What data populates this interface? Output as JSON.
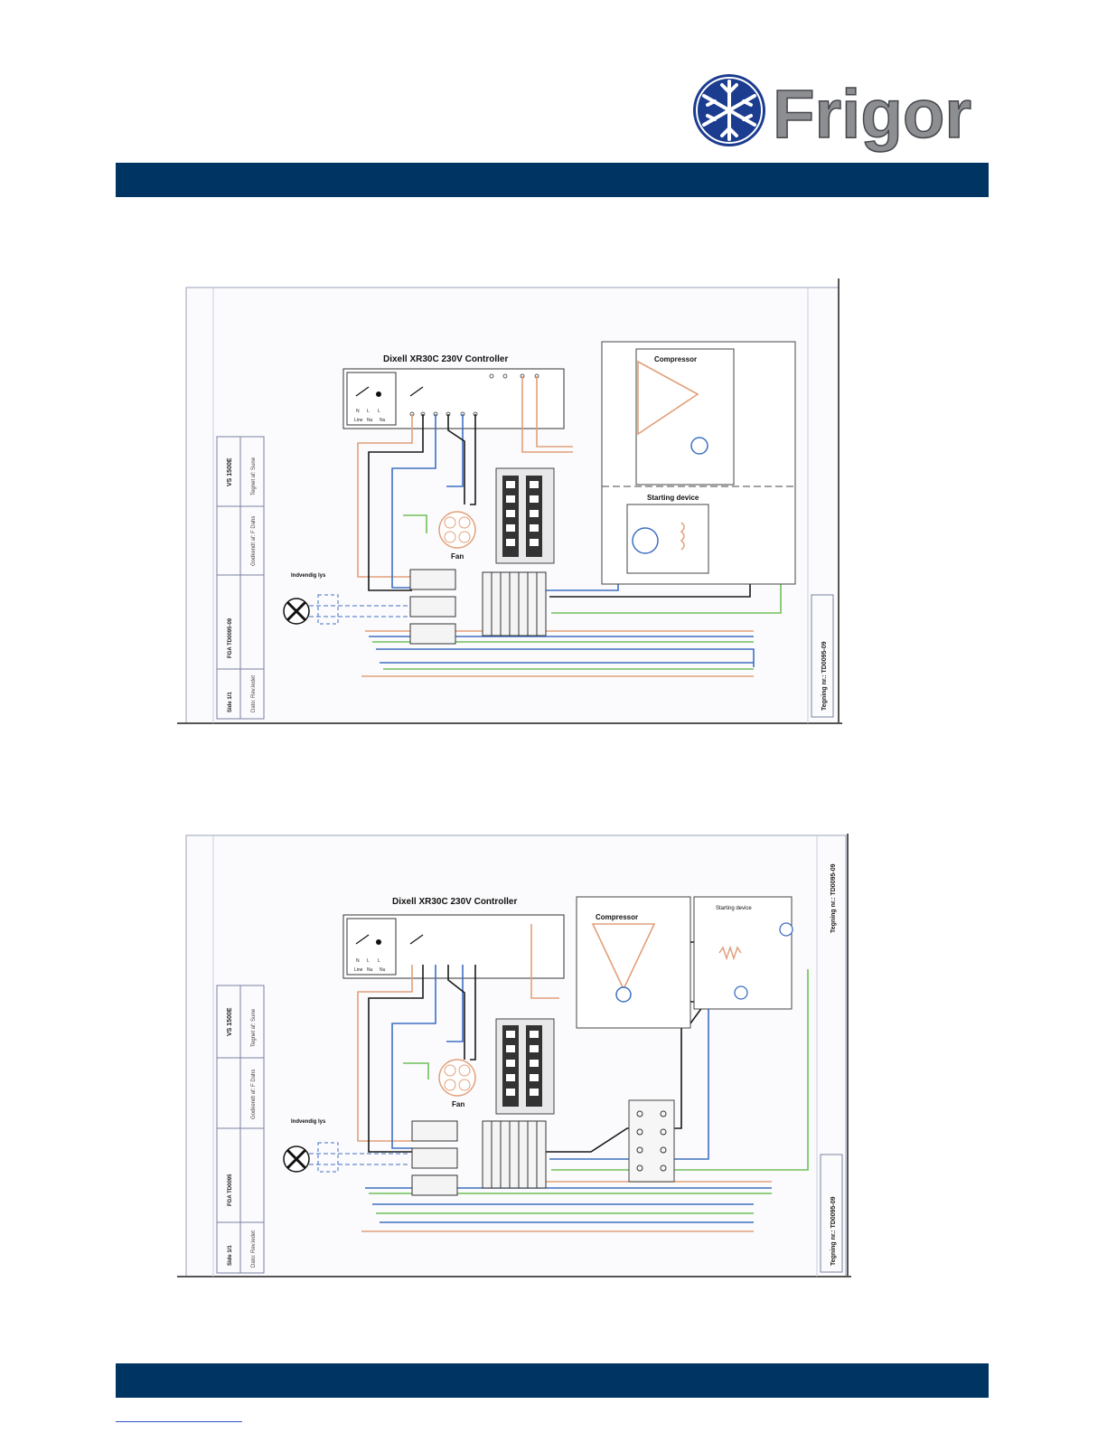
{
  "colors": {
    "band": "#003462",
    "logo_blue": "#1b3c8f",
    "logo_grey": "#8c8e91",
    "wire_orange": "#e2a07a",
    "wire_blue": "#3f6fc2",
    "wire_green": "#6fbf5a",
    "wire_black": "#1a1a1a",
    "frame": "#6a6f8a",
    "link": "#3355cc"
  },
  "logo": {
    "brand": "Frigor",
    "emblem": "snowflake-globe-icon"
  },
  "diagrams": [
    {
      "controller_title": "Dixell XR30C 230V Controller",
      "compressor_label": "Compressor",
      "starting_device_label": "Starting device",
      "fan_label": "Fan",
      "light_label": "Indvendig lys",
      "terminal_labels": [
        "N",
        "L",
        "L"
      ],
      "line_labels": [
        "Line",
        "Nu",
        "Nu"
      ],
      "drawing_number": "Tegning nr.: TD0095-09",
      "title_block": [
        "VS 1500E",
        "Tegnet af: Sune",
        "Godkendt af: F Dahs",
        "FGA TD0095-09",
        "Dato: Rev.ledet",
        "Side 1/1"
      ]
    },
    {
      "controller_title": "Dixell XR30C 230V Controller",
      "compressor_label": "Compressor",
      "starting_device_label": "Starting device",
      "fan_label": "Fan",
      "light_label": "Indvendig lys",
      "terminal_labels": [
        "N",
        "L",
        "L"
      ],
      "line_labels": [
        "Line",
        "Nu",
        "Nu"
      ],
      "drawing_number": "Tegning nr.: TD0095-09",
      "title_block": [
        "VS 1500E",
        "Tegnet af: Sune",
        "Godkendt af: F Dahs",
        "FGA TD0095",
        "Dato: Rev.ledet",
        "Side 1/1"
      ]
    }
  ]
}
